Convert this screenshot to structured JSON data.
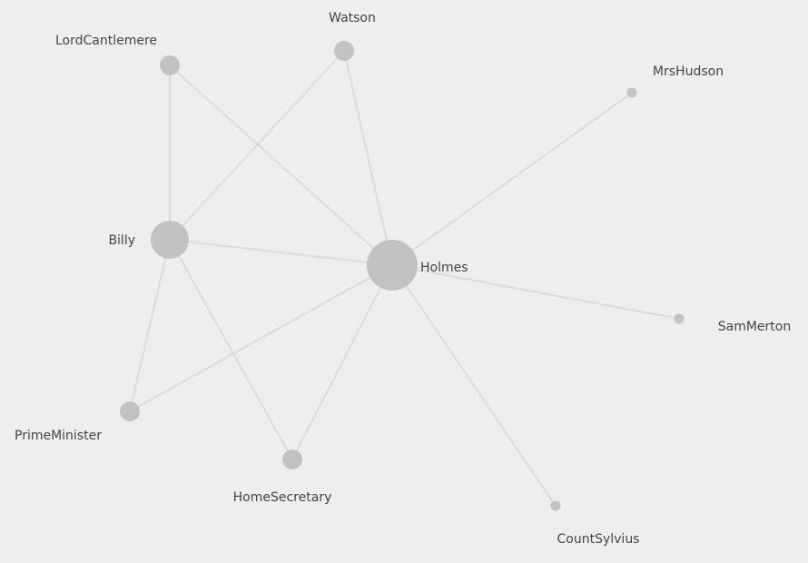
{
  "graph": {
    "colors": {
      "background": "#eeeeee",
      "node": "#c2c2c2",
      "edge": "#dcdcdc",
      "label": "#444444"
    },
    "nodes": [
      {
        "id": "Holmes",
        "label": "Holmes",
        "weight": 9
      },
      {
        "id": "Billy",
        "label": "Billy",
        "weight": 5
      },
      {
        "id": "Watson",
        "label": "Watson",
        "weight": 2
      },
      {
        "id": "LordCantlemere",
        "label": "LordCantlemere",
        "weight": 3
      },
      {
        "id": "MrsHudson",
        "label": "MrsHudson",
        "weight": 1
      },
      {
        "id": "SamMerton",
        "label": "SamMerton",
        "weight": 1
      },
      {
        "id": "PrimeMinister",
        "label": "PrimeMinister",
        "weight": 2
      },
      {
        "id": "HomeSecretary",
        "label": "HomeSecretary",
        "weight": 2
      },
      {
        "id": "CountSylvius",
        "label": "CountSylvius",
        "weight": 1
      }
    ],
    "edges": [
      {
        "source": "Holmes",
        "target": "Watson"
      },
      {
        "source": "Holmes",
        "target": "LordCantlemere"
      },
      {
        "source": "Holmes",
        "target": "MrsHudson"
      },
      {
        "source": "Holmes",
        "target": "Billy"
      },
      {
        "source": "Holmes",
        "target": "SamMerton"
      },
      {
        "source": "Holmes",
        "target": "PrimeMinister"
      },
      {
        "source": "Holmes",
        "target": "HomeSecretary"
      },
      {
        "source": "Holmes",
        "target": "CountSylvius"
      },
      {
        "source": "Billy",
        "target": "LordCantlemere"
      },
      {
        "source": "Billy",
        "target": "Watson"
      },
      {
        "source": "Billy",
        "target": "PrimeMinister"
      },
      {
        "source": "Billy",
        "target": "HomeSecretary"
      }
    ]
  }
}
